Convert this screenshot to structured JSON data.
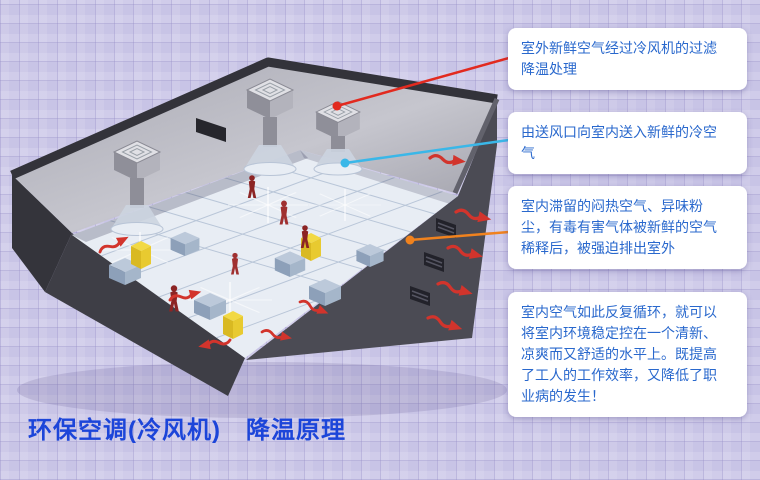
{
  "title": "环保空调(冷风机)　降温原理",
  "callouts": [
    {
      "id": 1,
      "text": "室外新鲜空气经过冷风机的过滤降温处理",
      "connector_color": "#e22a1f"
    },
    {
      "id": 2,
      "text": "由送风口向室内送入新鲜的冷空气",
      "connector_color": "#3ab7e8"
    },
    {
      "id": 3,
      "text": "室内滞留的闷热空气、异味粉尘，有毒有害气体被新鲜的空气稀释后，被强迫排出室外",
      "connector_color": "#f0821e"
    },
    {
      "id": 4,
      "text": "室内空气如此反复循环，就可以将室内环境稳定控在一个清新、凉爽而又舒适的水平上。既提高了工人的工作效率，又降低了职业病的发生！"
    }
  ],
  "colors": {
    "background": "#c8c4e6",
    "callout_background": "#ffffff",
    "callout_text": "#2968cd",
    "title_text": "#1c45d9",
    "airflow_arrow": "#d2342c"
  },
  "illustration": {
    "rooftop_units": 3,
    "workers": 5,
    "subject": "isometric cutaway of a workshop cooled by rooftop evaporative air coolers"
  }
}
